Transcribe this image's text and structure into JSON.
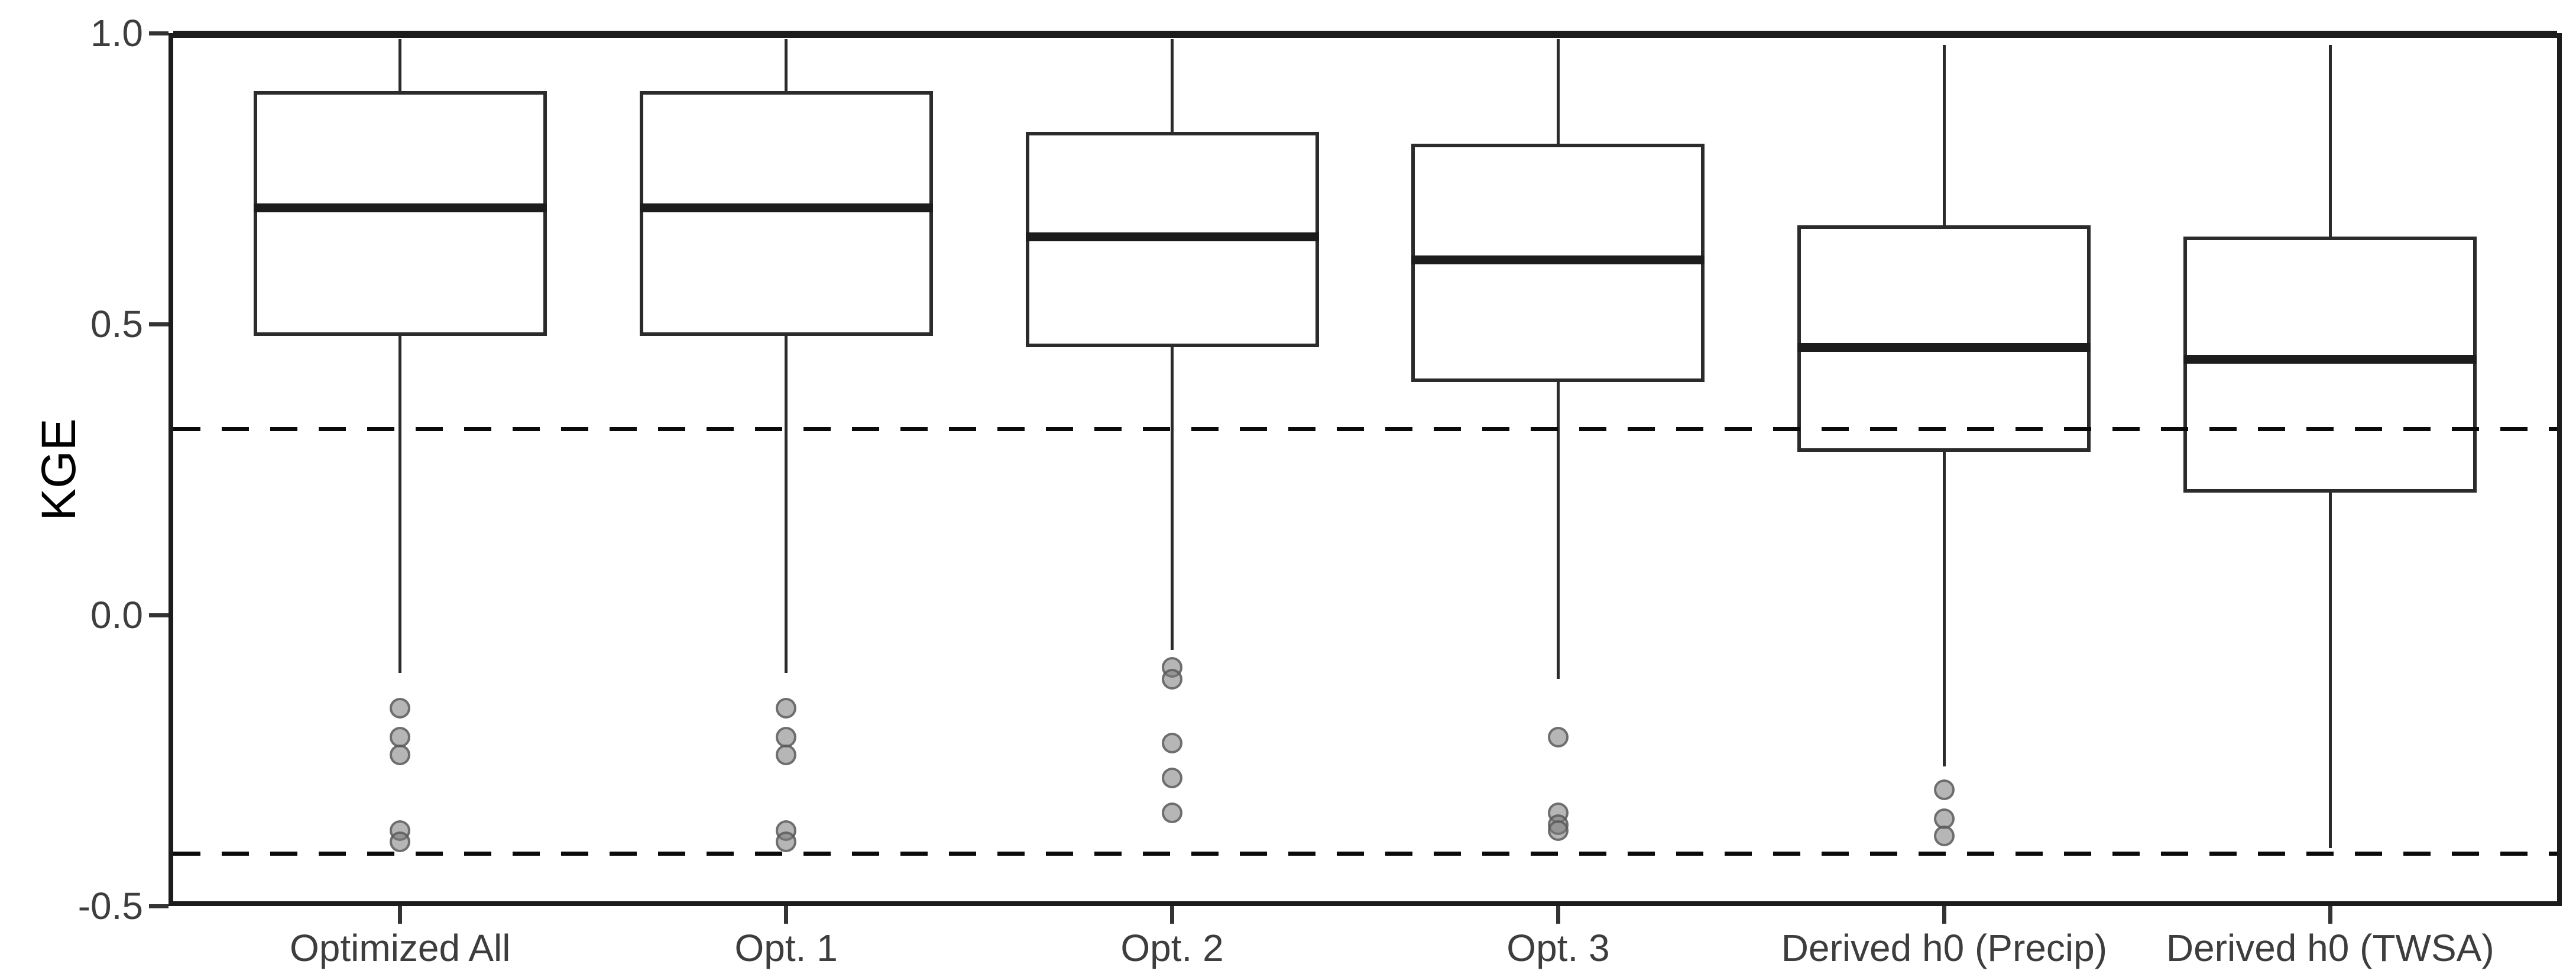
{
  "chart_data": {
    "type": "boxplot",
    "title": "",
    "xlabel": "",
    "ylabel": "KGE",
    "ylim": [
      -0.5,
      1.0
    ],
    "grid": "off",
    "legend": "none",
    "panel_border": true,
    "y_ticks": [
      {
        "value": 1.0,
        "label": "1.0"
      },
      {
        "value": 0.5,
        "label": "0.5"
      },
      {
        "value": 0.0,
        "label": "0.0"
      },
      {
        "value": -0.5,
        "label": "-0.5"
      }
    ],
    "reference_lines": [
      {
        "value": 1.0,
        "style": "solid"
      },
      {
        "value": 0.32,
        "style": "dashed"
      },
      {
        "value": -0.41,
        "style": "dashed"
      }
    ],
    "categories": [
      "Optimized All",
      "Opt. 1",
      "Opt. 2",
      "Opt. 3",
      "Derived h0 (Precip)",
      "Derived h0 (TWSA)"
    ],
    "boxes": [
      {
        "category": "Optimized All",
        "whisker_low": -0.1,
        "q1": 0.48,
        "median": 0.7,
        "q3": 0.9,
        "whisker_high": 0.99,
        "outliers": [
          -0.16,
          -0.21,
          -0.24,
          -0.37,
          -0.39
        ]
      },
      {
        "category": "Opt. 1",
        "whisker_low": -0.1,
        "q1": 0.48,
        "median": 0.7,
        "q3": 0.9,
        "whisker_high": 0.99,
        "outliers": [
          -0.16,
          -0.21,
          -0.24,
          -0.37,
          -0.39
        ]
      },
      {
        "category": "Opt. 2",
        "whisker_low": -0.06,
        "q1": 0.46,
        "median": 0.65,
        "q3": 0.83,
        "whisker_high": 0.99,
        "outliers": [
          -0.09,
          -0.11,
          -0.22,
          -0.28,
          -0.34
        ]
      },
      {
        "category": "Opt. 3",
        "whisker_low": -0.11,
        "q1": 0.4,
        "median": 0.61,
        "q3": 0.81,
        "whisker_high": 0.99,
        "outliers": [
          -0.21,
          -0.34,
          -0.36,
          -0.37
        ]
      },
      {
        "category": "Derived h0 (Precip)",
        "whisker_low": -0.26,
        "q1": 0.28,
        "median": 0.46,
        "q3": 0.67,
        "whisker_high": 0.98,
        "outliers": [
          -0.3,
          -0.35,
          -0.38
        ]
      },
      {
        "category": "Derived h0 (TWSA)",
        "whisker_low": -0.4,
        "q1": 0.21,
        "median": 0.44,
        "q3": 0.65,
        "whisker_high": 0.98,
        "outliers": []
      }
    ],
    "colors": {
      "axis": "#1c1c1c",
      "box_border": "#2b2b2b",
      "median": "#1c1c1c",
      "axis_text": "#3d3d3d",
      "outlier_fill": "#7a7a7a",
      "background": "#ffffff"
    }
  }
}
